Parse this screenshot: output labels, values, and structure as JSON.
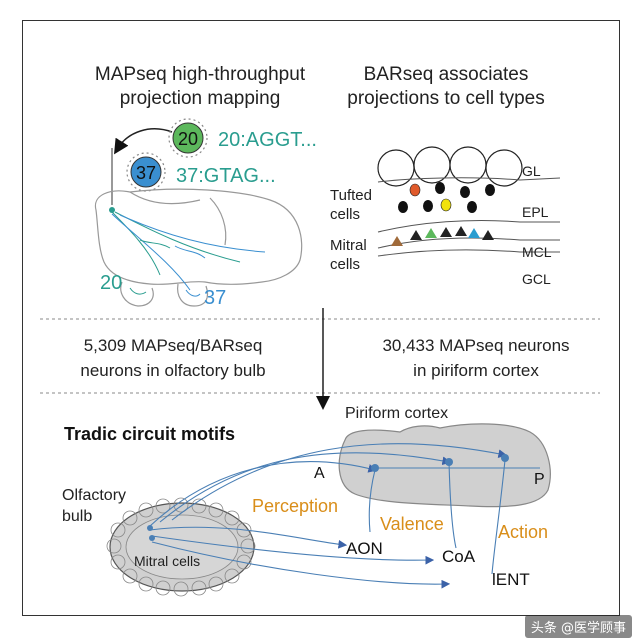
{
  "panels": {
    "mapseq_title_line1": "MAPseq high-throughput",
    "mapseq_title_line2": "projection mapping",
    "barseq_title_line1": "BARseq associates",
    "barseq_title_line2": "projections to cell types"
  },
  "mapseq": {
    "virus_green_number": "20",
    "virus_blue_number": "37",
    "barcode_20": "20:AGGT...",
    "barcode_37": "37:GTAG...",
    "region_label_20": "20",
    "region_label_37": "37"
  },
  "barseq": {
    "layers": [
      "GL",
      "EPL",
      "MCL",
      "GCL"
    ],
    "tufted_line1": "Tufted",
    "tufted_line2": "cells",
    "mitral_line1": "Mitral",
    "mitral_line2": "cells"
  },
  "middle": {
    "left_line1": "5,309 MAPseq/BARseq",
    "left_line2": "neurons in olfactory bulb",
    "right_line1": "30,433 MAPseq neurons",
    "right_line2": "in piriform cortex"
  },
  "circuit": {
    "title": "Tradic circuit motifs",
    "piriform_label": "Piriform cortex",
    "label_a": "A",
    "label_p": "P",
    "ob_line1": "Olfactory",
    "ob_line2": "bulb",
    "mitral_cells": "Mitral cells",
    "aon": "AON",
    "coa": "CoA",
    "lent": "lENT",
    "perception": "Perception",
    "valence": "Valence",
    "action": "Action"
  },
  "colors": {
    "teal": "#2a9d8f",
    "blue_line": "#4a7fb5",
    "orange": "#d98e1a",
    "green_virus": "#5cb85c",
    "blue_virus": "#3a8fd0"
  },
  "watermark": "头条 @医学顾事"
}
